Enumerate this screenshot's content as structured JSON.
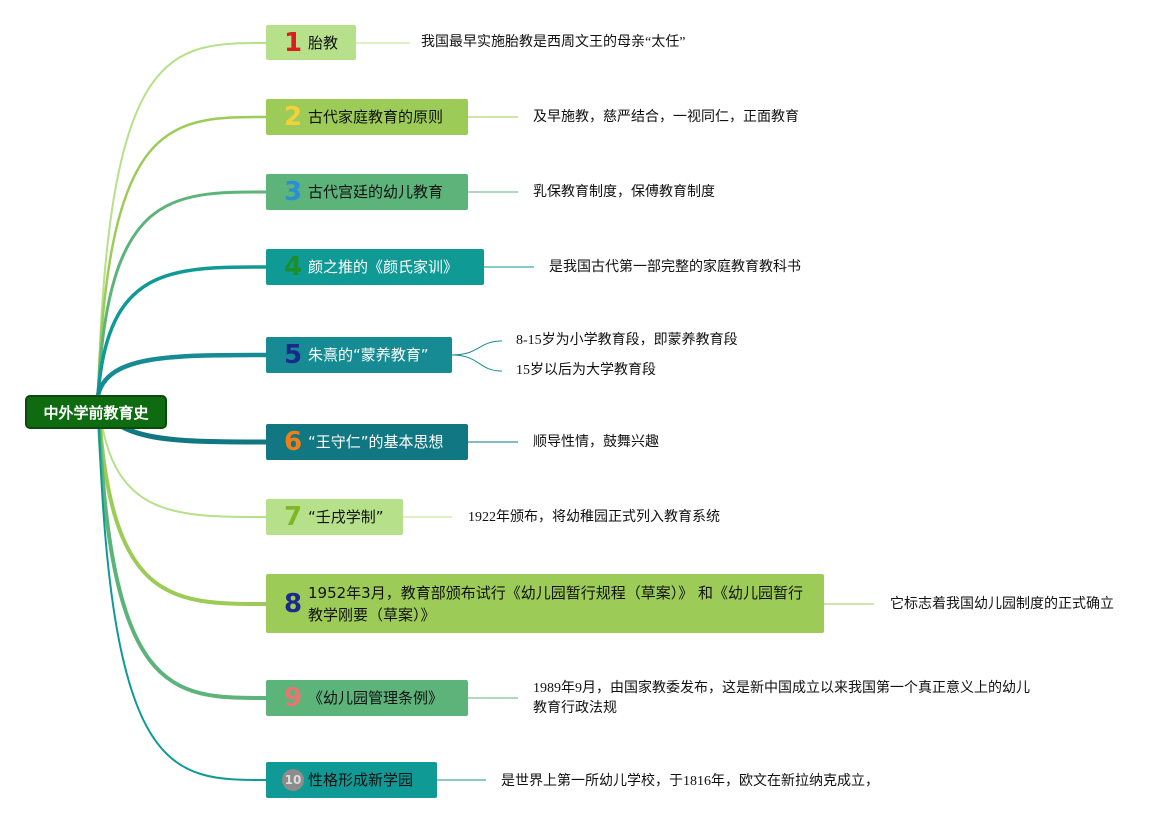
{
  "root": {
    "label": "中外学前教育史",
    "color": "#0e6b10"
  },
  "branches": [
    {
      "num": "1",
      "label": "胎教",
      "num_color": "#d81e1e",
      "bg": "#b7e08a",
      "line": "#b7e08a",
      "details": [
        "我国最早实施胎教是西周文王的母亲“太任”"
      ]
    },
    {
      "num": "2",
      "label": "古代家庭教育的原则",
      "num_color": "#f2d13a",
      "bg": "#9ccc57",
      "line": "#9ccc57",
      "details": [
        "及早施教，慈严结合，一视同仁，正面教育"
      ]
    },
    {
      "num": "3",
      "label": "古代宫廷的幼儿教育",
      "num_color": "#2a8fd6",
      "bg": "#5db47a",
      "line": "#5db47a",
      "details": [
        "乳保教育制度，保傅教育制度"
      ]
    },
    {
      "num": "4",
      "label": "颜之推的《颜氏家训》",
      "num_color": "#1c8f2a",
      "bg": "#109a96",
      "line": "#109a96",
      "details": [
        "是我国古代第一部完整的家庭教育教科书"
      ]
    },
    {
      "num": "5",
      "label": "朱熹的“蒙养教育”",
      "num_color": "#1a2a8c",
      "bg": "#168b94",
      "line": "#168b94",
      "details": [
        "8-15岁为小学教育段，即蒙养教育段",
        "15岁以后为大学教育段"
      ]
    },
    {
      "num": "6",
      "label": "“王守仁”的基本思想",
      "num_color": "#f07f1a",
      "bg": "#117783",
      "line": "#117783",
      "details": [
        "顺导性情，鼓舞兴趣"
      ]
    },
    {
      "num": "7",
      "label": "“壬戌学制”",
      "num_color": "#7db826",
      "bg": "#b7e08a",
      "line": "#b7e08a",
      "details": [
        "1922年颁布，将幼稚园正式列入教育系统"
      ]
    },
    {
      "num": "8",
      "label": "1952年3月，教育部颁布试行《幼儿园暂行规程（草案）》 和《幼儿园暂行教学刚要（草案）》",
      "num_color": "#1e2a8a",
      "bg": "#9ccc57",
      "line": "#9ccc57",
      "details": [
        "它标志着我国幼儿园制度的正式确立"
      ]
    },
    {
      "num": "9",
      "label": "《幼儿园管理条例》",
      "num_color": "#e8766e",
      "bg": "#5db47a",
      "line": "#5db47a",
      "details": [
        "1989年9月，由国家教委发布，这是新中国成立以来我国第一个真正意义上的幼儿教育行政法规"
      ]
    },
    {
      "num": "10",
      "label": "性格形成新学园",
      "num_color": "#8c8c8c",
      "bg": "#109a96",
      "line": "#109a96",
      "details": [
        "是世界上第一所幼儿学校，于1816年，欧文在新拉纳克成立，"
      ]
    }
  ]
}
